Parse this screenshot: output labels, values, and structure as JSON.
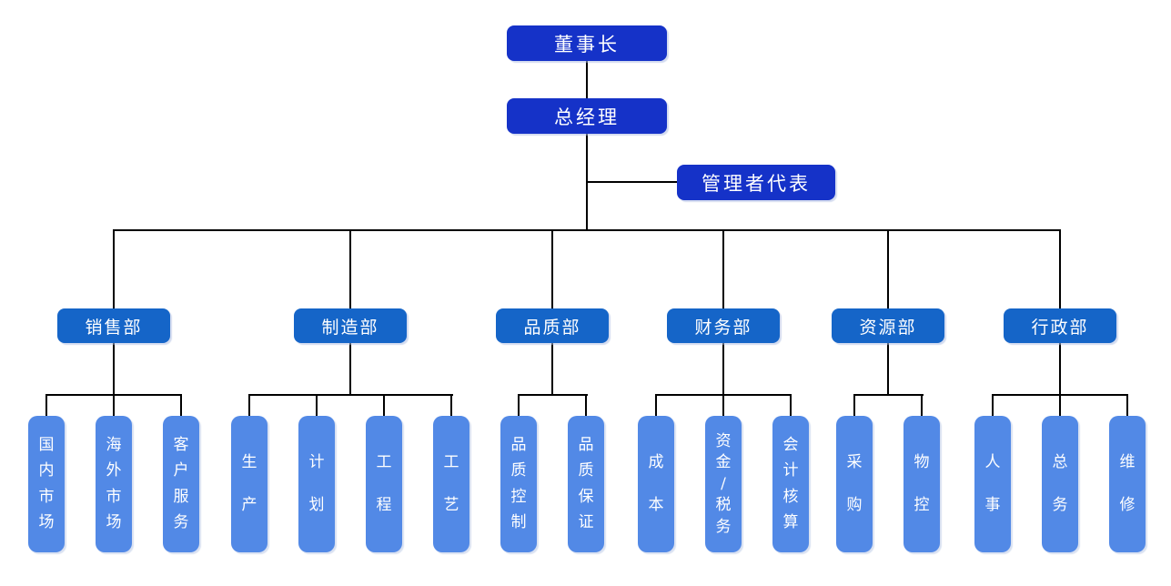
{
  "org_chart": {
    "nodes": {
      "chairman": "董事长",
      "general_manager": "总经理",
      "management_representative": "管理者代表"
    },
    "departments": [
      {
        "label": "销售部",
        "children": [
          "国内市场",
          "海外市场",
          "客户服务"
        ]
      },
      {
        "label": "制造部",
        "children": [
          "生产",
          "计划",
          "工程",
          "工艺"
        ]
      },
      {
        "label": "品质部",
        "children": [
          "品质控制",
          "品质保证"
        ]
      },
      {
        "label": "财务部",
        "children": [
          "成本",
          "资金/税务",
          "会计核算"
        ]
      },
      {
        "label": "资源部",
        "children": [
          "采购",
          "物控"
        ]
      },
      {
        "label": "行政部",
        "children": [
          "人事",
          "总务",
          "维修"
        ]
      }
    ],
    "colors": {
      "executive_box": "#1532C8",
      "department_box": "#1565C8",
      "leaf_box": "#5289E6",
      "connector": "#000000",
      "text": "#FFFFFF",
      "background": "#FFFFFF"
    }
  }
}
